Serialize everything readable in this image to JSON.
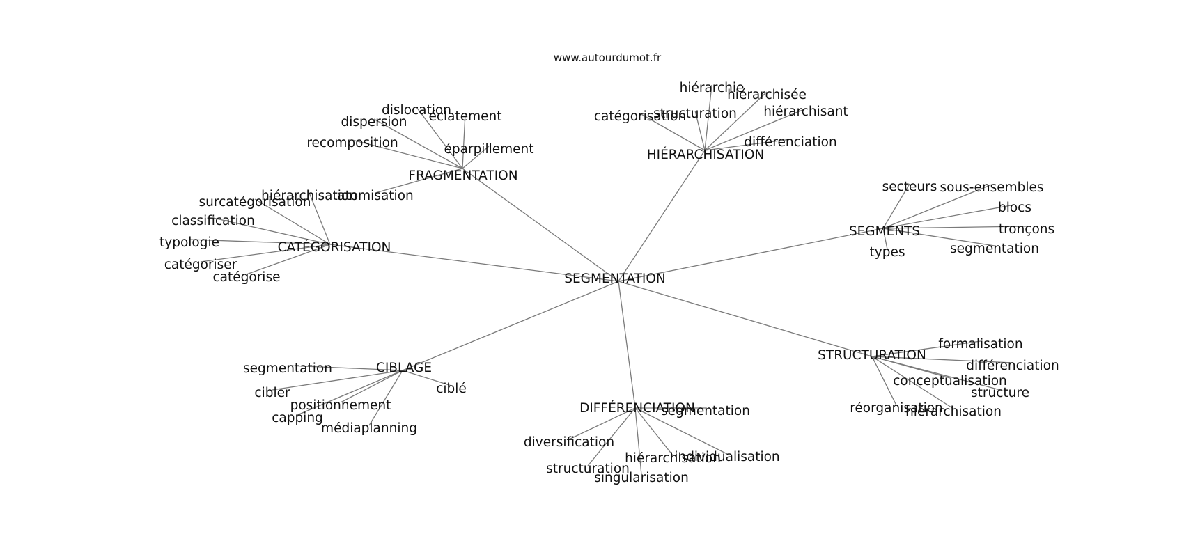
{
  "header": {
    "site": "www.autourdumot.fr"
  },
  "graph": {
    "root": "SEGMENTATION",
    "groups": [
      {
        "hub": "FRAGMENTATION",
        "leaves": [
          "dislocation",
          "éclatement",
          "dispersion",
          "recomposition",
          "éparpillement",
          "atomisation"
        ]
      },
      {
        "hub": "HIÉRARCHISATION",
        "leaves": [
          "hiérarchie",
          "hiérarchisée",
          "structuration",
          "catégorisation",
          "hiérarchisant",
          "différenciation"
        ]
      },
      {
        "hub": "SEGMENTS",
        "leaves": [
          "secteurs",
          "sous-ensembles",
          "blocs",
          "tronçons",
          "segmentation",
          "types"
        ]
      },
      {
        "hub": "CATÉGORISATION",
        "leaves": [
          "hiérarchisation",
          "surcatégorisation",
          "classification",
          "typologie",
          "catégoriser",
          "catégorise"
        ]
      },
      {
        "hub": "CIBLAGE",
        "leaves": [
          "segmentation",
          "cibler",
          "positionnement",
          "capping",
          "médiaplanning",
          "ciblé"
        ]
      },
      {
        "hub": "DIFFÉRENCIATION",
        "leaves": [
          "segmentation",
          "diversification",
          "structuration",
          "singularisation",
          "hiérarchisation",
          "individualisation"
        ]
      },
      {
        "hub": "STRUCTURATION",
        "leaves": [
          "formalisation",
          "différenciation",
          "conceptualisation",
          "structure",
          "réorganisation",
          "hiérarchisation"
        ]
      }
    ]
  }
}
